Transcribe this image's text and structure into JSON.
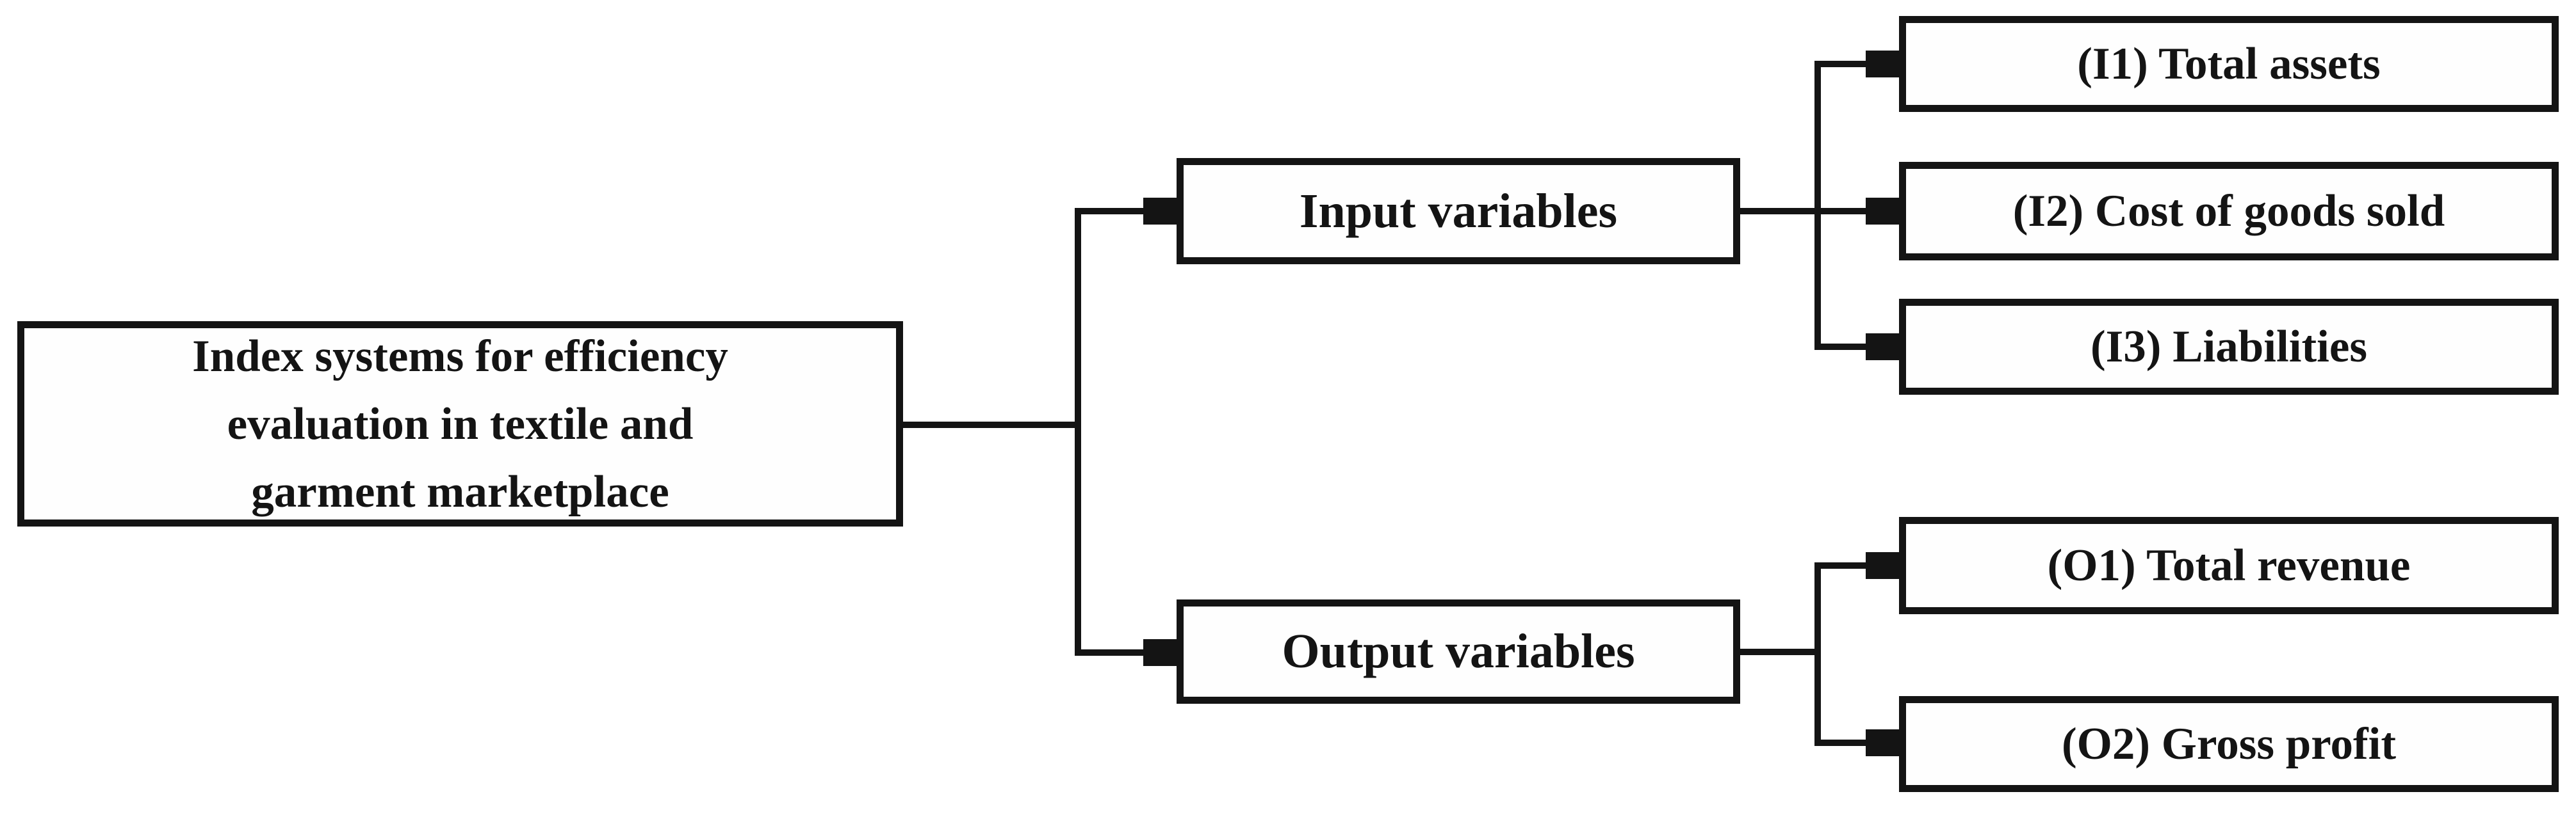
{
  "diagram": {
    "background_color": "#ffffff",
    "line_color": "#141414",
    "text_color": "#141414",
    "root": {
      "label": "Index systems for efficiency evaluation in textile and garment marketplace",
      "lines": [
        "Index systems for efficiency",
        "evaluation in textile and",
        "garment marketplace"
      ]
    },
    "branches": [
      {
        "label": "Input variables",
        "children": [
          {
            "label": "(I1) Total assets"
          },
          {
            "label": "(I2) Cost of goods sold"
          },
          {
            "label": "(I3) Liabilities"
          }
        ]
      },
      {
        "label": "Output variables",
        "children": [
          {
            "label": "(O1) Total revenue"
          },
          {
            "label": "(O2) Gross profit"
          }
        ]
      }
    ]
  }
}
